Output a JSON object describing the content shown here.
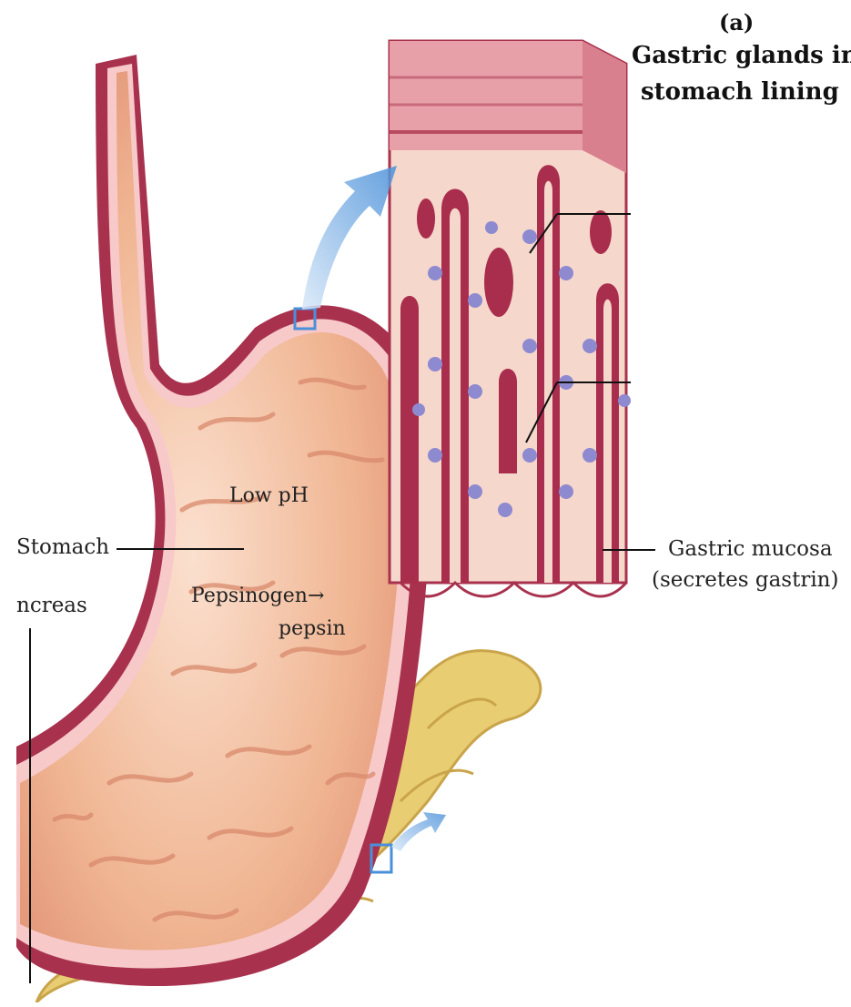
{
  "panel": {
    "letter": "(a)",
    "title_line1": "Gastric glands in",
    "title_line2": "stomach lining"
  },
  "labels": {
    "stomach": "Stomach",
    "pancreas": "ncreas",
    "low_ph": "Low pH",
    "pepsinogen": "Pepsinogen",
    "arrow": "→",
    "pepsin": "pepsin",
    "mucosa_line1": "Gastric mucosa",
    "mucosa_line2": "(secretes gastrin)"
  },
  "colors": {
    "stomach_fill": "#f0b592",
    "stomach_wall": "#a8324e",
    "stomach_rim": "#f7c9c9",
    "pancreas_fill": "#e8cd72",
    "tissue_top": "#e7a0a8",
    "gland_fill": "#f6d7cc",
    "gland_core": "#a92d4c",
    "cell_dots": "#8d8ad0",
    "callout_blue": "#4a90d9"
  }
}
